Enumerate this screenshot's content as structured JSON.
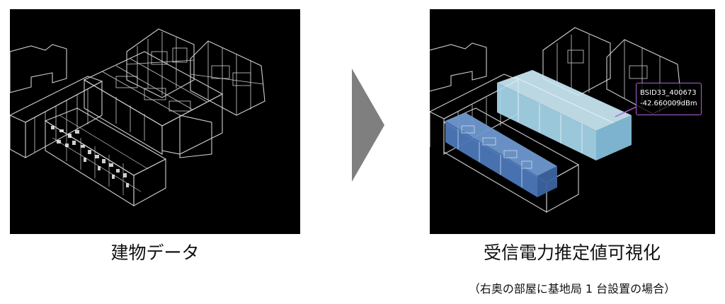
{
  "left": {
    "caption": "建物データ"
  },
  "right": {
    "caption": "受信電力推定値可視化",
    "note": "（右奥の部屋に基地局 1 台設置の場合）",
    "tooltip": {
      "id": "BSID33_400673",
      "value": "-42.660009dBm"
    }
  },
  "colors": {
    "wireframe": "#e8e8e8",
    "arrow": "#7f7f7f",
    "highlight_room": "#a8d8ee",
    "highlight_corridor": "#4c78b8",
    "tooltip_border": "#b060d8"
  }
}
